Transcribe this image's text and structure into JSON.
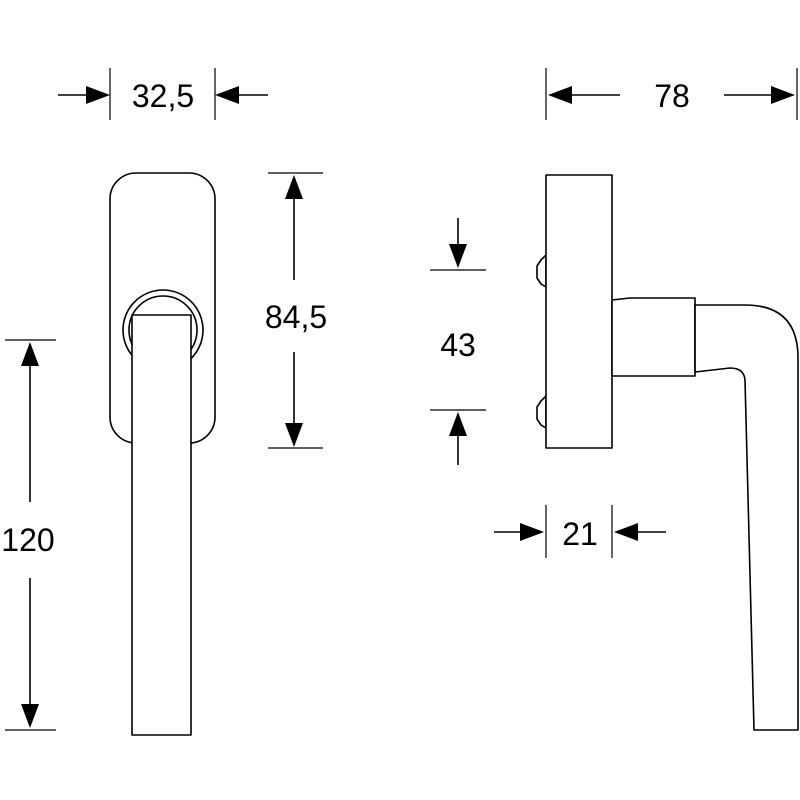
{
  "dimensions": {
    "rose_width": "32,5",
    "rose_height": "84,5",
    "lever_length": "120",
    "total_projection": "78",
    "screw_spacing": "43",
    "rose_depth": "21"
  },
  "colors": {
    "line": "#000000",
    "background": "#ffffff"
  }
}
